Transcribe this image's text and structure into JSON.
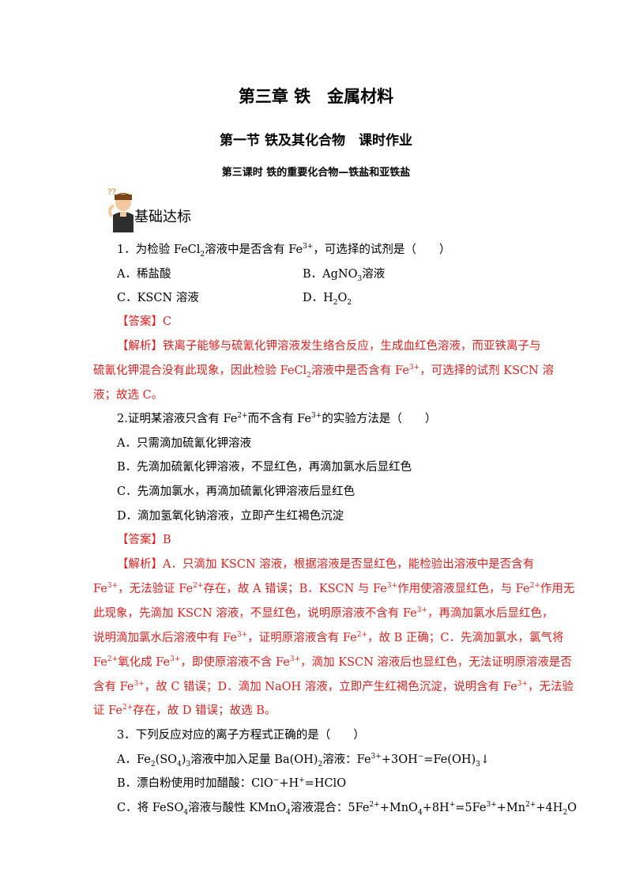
{
  "title": "第三章 铁　金属材料",
  "subtitle": "第一节  铁及其化合物　课时作业",
  "lesson": "第三课时  铁的重要化合物—铁盐和亚铁盐",
  "section_label": "基础达标",
  "q1": {
    "stem": [
      "1．为检验 FeCl",
      "2",
      "溶液中是否含有 Fe",
      "3+",
      "，可选择的试剂是（　　）"
    ],
    "A": "A．稀盐酸",
    "B": [
      "B．AgNO",
      "3",
      "溶液"
    ],
    "C": "C．KSCN 溶液",
    "D": [
      "D．H",
      "2",
      "O",
      "2"
    ],
    "answer": "【答案】C",
    "analysis_1": "【解析】铁离子能够与硫氰化钾溶液发生络合反应，生成血红色溶液，而亚铁离子与",
    "analysis_2": [
      "硫氰化钾混合没有此现象，因此检验 FeCl",
      "2",
      "溶液中是否含有 Fe",
      "3+",
      "，可选择的试剂 KSCN 溶"
    ],
    "analysis_3": "液；故选 C。"
  },
  "q2": {
    "stem": [
      "2.证明某溶液只含有 Fe",
      "2+",
      "而不含有 Fe",
      "3+",
      "的实验方法是（　　）"
    ],
    "A": "A．只需滴加硫氰化钾溶液",
    "B": "B．先滴加硫氰化钾溶液，不显红色，再滴加氯水后显红色",
    "C": "C．先滴加氯水，再滴加硫氰化钾溶液后显红色",
    "D": "D．滴加氢氧化钠溶液，立即产生红褐色沉淀",
    "answer": "【答案】B",
    "a1": "【解析】A．只滴加 KSCN 溶液，根据溶液是否显红色，能检验出溶液中是否含有",
    "a2": [
      "Fe",
      "3+",
      "，无法验证 Fe",
      "2+",
      "存在，故 A 错误；B．KSCN 与 Fe",
      "3+",
      "作用使溶液显红色，与 Fe",
      "2+",
      "作用无"
    ],
    "a3": [
      "此现象，先滴加 KSCN 溶液，不显红色，说明原溶液不含有 Fe",
      "3+",
      "，再滴加氯水后显红色，"
    ],
    "a4": [
      "说明滴加氯水后溶液中有 Fe",
      "3+",
      "，证明原溶液含有 Fe",
      "2+",
      "，故 B 正确；C．先滴加氯水，氯气将"
    ],
    "a5": [
      "Fe",
      "2+",
      "氧化成 Fe",
      "3+",
      "，即使原溶液不含 Fe",
      "3+",
      "，滴加 KSCN 溶液后也显红色，无法证明原溶液是否"
    ],
    "a6": [
      "含有 Fe",
      "3+",
      "，故 C 错误；D．滴加 NaOH 溶液，立即产生红褐色沉淀，说明含有 Fe",
      "3+",
      "，无法验"
    ],
    "a7": [
      "证 Fe",
      "2+",
      "存在，故 D 错误；故选 B。"
    ]
  },
  "q3": {
    "stem": "3．下列反应对应的离子方程式正确的是（　　）",
    "A": [
      "A．Fe",
      "2",
      "(SO",
      "4",
      ")",
      "3",
      "溶液中加入足量 Ba(OH)",
      "2",
      "溶液：Fe",
      "3+",
      "+3OH",
      "−",
      "=Fe(OH)",
      "3",
      "↓"
    ],
    "B": [
      "B．漂白粉使用时加醋酸：ClO",
      "−",
      "+H",
      "+",
      "=HClO"
    ],
    "C": [
      "C．将 FeSO",
      "4",
      "溶液与酸性 KMnO",
      "4",
      "溶液混合：5Fe",
      "2+",
      "+MnO",
      "4",
      "+8H",
      "+",
      "=5Fe",
      "3+",
      "+Mn",
      "2+",
      "+4H",
      "2",
      "O"
    ]
  },
  "colors": {
    "answer_red": "#e02020"
  }
}
